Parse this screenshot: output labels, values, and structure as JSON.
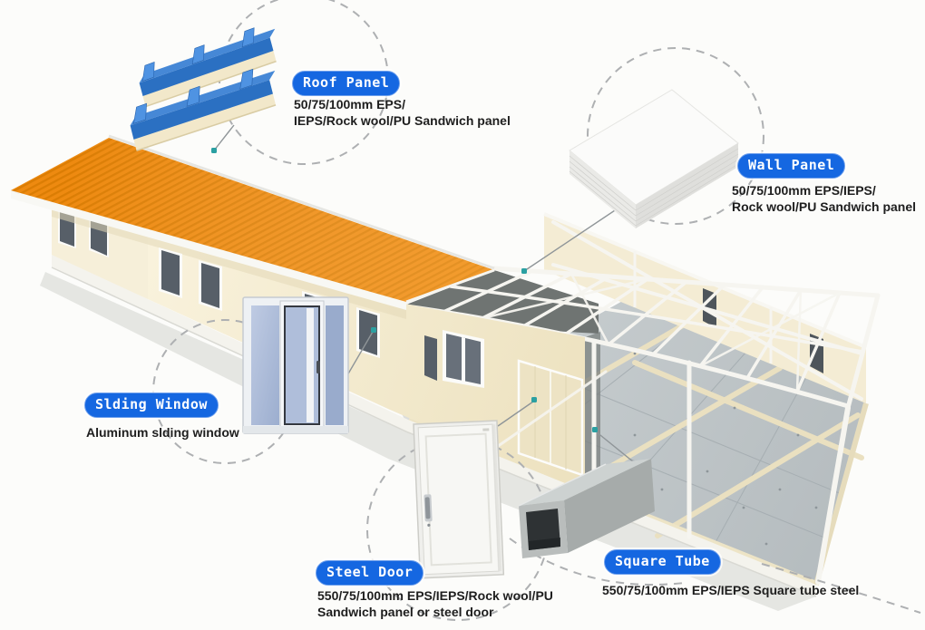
{
  "title": "Prefab house components diagram",
  "colors": {
    "label_bg": "#1567E1",
    "label_text": "#FFFFFF",
    "desc_text": "#1E1E1E",
    "roof_orange": "#EE8A10",
    "wall_cream": "#F6EFD8",
    "panel_blue": "#2B70C2",
    "floor_gray": "#C4CACC",
    "marker_teal": "#2BA0A2"
  },
  "callouts": {
    "roof_panel": {
      "label": "Roof Panel",
      "desc_line1": "50/75/100mm EPS/",
      "desc_line2": "IEPS/Rock wool/PU Sandwich panel"
    },
    "wall_panel": {
      "label": "Wall Panel",
      "desc_line1": "50/75/100mm EPS/IEPS/",
      "desc_line2": "Rock wool/PU Sandwich panel"
    },
    "sliding_window": {
      "label": "Slding Window",
      "desc_line1": "Aluminum slding window"
    },
    "steel_door": {
      "label": "Steel Door",
      "desc_line1": "550/75/100mm EPS/IEPS/Rock wool/PU",
      "desc_line2": "Sandwich panel or steel door"
    },
    "square_tube": {
      "label": "Square Tube",
      "desc_line1": "550/75/100mm EPS/IEPS Square tube steel"
    }
  }
}
